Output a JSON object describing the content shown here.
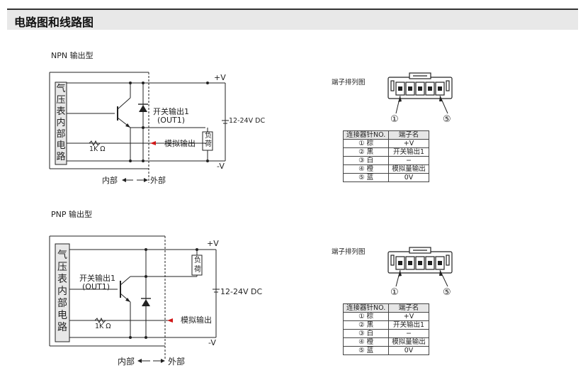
{
  "header": {
    "title": "电路图和线路图"
  },
  "npn": {
    "section_title": "NPN 输出型",
    "inner_label": [
      "气",
      "压",
      "表",
      "内",
      "部",
      "电",
      "路"
    ],
    "plus_v": "+V",
    "minus_v": "-V",
    "supply": "12-24V DC",
    "switch_out": "开关输出1",
    "switch_out_sub": "(OUT1)",
    "analog_out": "模拟输出",
    "resistor": "1K Ω",
    "load": [
      "负",
      "荷"
    ],
    "inside": "内部",
    "outside": "外部"
  },
  "pnp": {
    "section_title": "PNP 输出型",
    "inner_label": [
      "气",
      "压",
      "表",
      "内",
      "部",
      "电",
      "路"
    ],
    "plus_v": "+V",
    "minus_v": "-V",
    "supply": "12-24V DC",
    "switch_out": "开关输出1",
    "switch_out_sub": "(OUT1)",
    "analog_out": "模拟输出",
    "resistor": "1K Ω",
    "load": [
      "负",
      "荷"
    ],
    "inside": "内部",
    "outside": "外部"
  },
  "terminal1": {
    "label": "端子排列图",
    "pin_first": "①",
    "pin_last": "⑤",
    "header": [
      "连接器针NO.",
      "端子名"
    ],
    "rows": [
      [
        "① 棕",
        "+V"
      ],
      [
        "② 黑",
        "开关输出1"
      ],
      [
        "③ 白",
        "−"
      ],
      [
        "④ 橙",
        "模拟量输出"
      ],
      [
        "⑤ 蓝",
        "0V"
      ]
    ]
  },
  "terminal2": {
    "label": "端子排列图",
    "pin_first": "①",
    "pin_last": "⑤",
    "header": [
      "连接器针NO.",
      "端子名"
    ],
    "rows": [
      [
        "① 棕",
        "+V"
      ],
      [
        "② 黑",
        "开关输出1"
      ],
      [
        "③ 白",
        "−"
      ],
      [
        "④ 橙",
        "模拟量输出"
      ],
      [
        "⑤ 蓝",
        "0V"
      ]
    ]
  },
  "colors": {
    "wire": "#222222",
    "arrow": "#d01818",
    "box_fill": "#e8e8e8"
  }
}
